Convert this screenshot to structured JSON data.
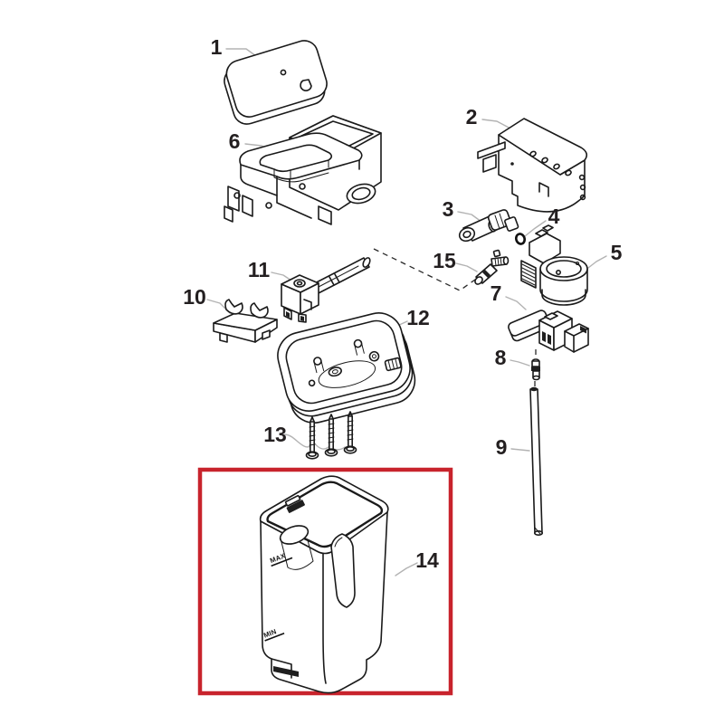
{
  "diagram": {
    "type": "exploded-parts-diagram",
    "description": "Exploded view line-art diagram of a water tank assembly with numbered callouts; part 14 (water tank) is highlighted with a red box",
    "colors": {
      "background": "#ffffff",
      "line": "#1a1a1a",
      "leader": "#b3b3b3",
      "label": "#231f20",
      "highlight": "#c8232c"
    },
    "parts": [
      {
        "label": "1",
        "name": "tank lid"
      },
      {
        "label": "2",
        "name": "side bracket housing"
      },
      {
        "label": "3",
        "name": "elbow fitting"
      },
      {
        "label": "4",
        "name": "o-ring"
      },
      {
        "label": "5",
        "name": "cylindrical holder"
      },
      {
        "label": "6",
        "name": "main housing"
      },
      {
        "label": "7",
        "name": "mounting bracket"
      },
      {
        "label": "8",
        "name": "valve pin"
      },
      {
        "label": "9",
        "name": "suction tube"
      },
      {
        "label": "10",
        "name": "retaining clip"
      },
      {
        "label": "11",
        "name": "tube coupling"
      },
      {
        "label": "12",
        "name": "base tray"
      },
      {
        "label": "13",
        "name": "screws",
        "quantity": 3
      },
      {
        "label": "14",
        "name": "water tank",
        "highlighted": true
      },
      {
        "label": "15",
        "name": "small fitting"
      }
    ],
    "tank_markings": {
      "upper": "MAX",
      "lower": "MIN"
    }
  }
}
